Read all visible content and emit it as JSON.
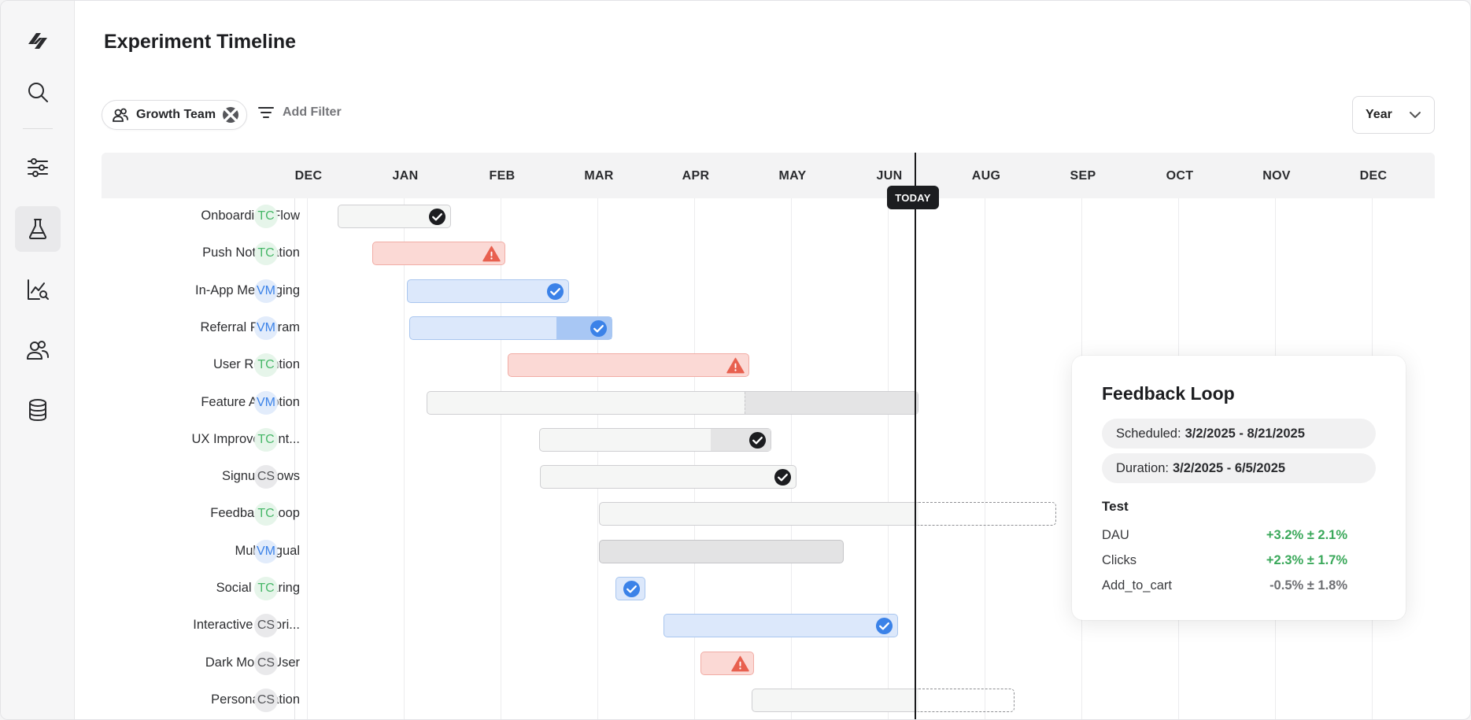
{
  "page": {
    "title": "Experiment Timeline"
  },
  "sidebar": {
    "items": [
      {
        "name": "logo-icon"
      },
      {
        "name": "search-icon"
      },
      {
        "name": "settings-sliders-icon"
      },
      {
        "name": "flask-icon",
        "active": true
      },
      {
        "name": "analytics-icon"
      },
      {
        "name": "users-icon"
      },
      {
        "name": "database-icon"
      }
    ]
  },
  "filters": {
    "active_chip": "Growth Team",
    "add_filter_label": "Add Filter"
  },
  "range_select": {
    "value": "Year"
  },
  "timeline": {
    "months": [
      "DEC",
      "JAN",
      "FEB",
      "MAR",
      "APR",
      "MAY",
      "JUN",
      "AUG",
      "SEP",
      "OCT",
      "NOV",
      "DEC"
    ],
    "today_label": "TODAY",
    "experiments": [
      {
        "name": "Onboarding Flow",
        "owner": "TC",
        "start": 0.3,
        "end": 1.47,
        "style": "plain",
        "status": "done"
      },
      {
        "name": "Push Notification",
        "owner": "TC",
        "start": 0.66,
        "end": 2.03,
        "style": "red",
        "status": "warning"
      },
      {
        "name": "In-App Messaging",
        "owner": "VM",
        "start": 1.02,
        "end": 2.69,
        "style": "blue",
        "status": "done-blue"
      },
      {
        "name": "Referral Program",
        "owner": "VM",
        "start": 1.04,
        "end": 3.14,
        "style": "blue",
        "split": 2.55,
        "status": "done-blue"
      },
      {
        "name": "User Retention",
        "owner": "TC",
        "start": 2.06,
        "end": 4.55,
        "style": "red",
        "status": "warning"
      },
      {
        "name": "Feature Adoption",
        "owner": "VM",
        "start": 1.22,
        "end": 6.3,
        "style": "plain",
        "split": 4.5,
        "status": "none"
      },
      {
        "name": "UX Improvement...",
        "owner": "TC",
        "start": 2.38,
        "end": 4.78,
        "style": "plain",
        "split": 4.15,
        "status": "done"
      },
      {
        "name": "Signup Flows",
        "owner": "CS",
        "start": 2.39,
        "end": 5.04,
        "style": "plain",
        "status": "done"
      },
      {
        "name": "Feedback Loop",
        "owner": "TC",
        "start": 3.0,
        "end": 7.72,
        "style": "plain",
        "dashed_from": 6.3,
        "status": "none"
      },
      {
        "name": "Multilingual",
        "owner": "VM",
        "start": 3.0,
        "end": 5.53,
        "style": "grey",
        "status": "none"
      },
      {
        "name": "Social Sharing",
        "owner": "TC",
        "start": 3.17,
        "end": 3.48,
        "style": "blue",
        "status": "done-blue"
      },
      {
        "name": "Interactive Tutori...",
        "owner": "CS",
        "start": 3.67,
        "end": 6.09,
        "style": "blue",
        "status": "done-blue"
      },
      {
        "name": "Dark Mode User",
        "owner": "CS",
        "start": 4.05,
        "end": 4.6,
        "style": "red",
        "status": "warning"
      },
      {
        "name": "Personalization",
        "owner": "CS",
        "start": 4.58,
        "end": 7.29,
        "style": "plain",
        "dashed_from": 6.3,
        "status": "none"
      }
    ]
  },
  "popover": {
    "title": "Feedback Loop",
    "scheduled_label": "Scheduled:",
    "scheduled_value": "3/2/2025 - 8/21/2025",
    "duration_label": "Duration:",
    "duration_value": "3/2/2025 - 6/5/2025",
    "section": "Test",
    "metrics": [
      {
        "name": "DAU",
        "value": "+3.2% ± 2.1%",
        "tone": "pos"
      },
      {
        "name": "Clicks",
        "value": "+2.3% ± 1.7%",
        "tone": "pos"
      },
      {
        "name": "Add_to_cart",
        "value": "-0.5% ± 1.8%",
        "tone": "neu"
      }
    ]
  },
  "colors": {
    "positive": "#3aa85a",
    "warning": "#e8604f",
    "check_blue": "#3b82e8",
    "check_dark": "#1c1d20"
  }
}
